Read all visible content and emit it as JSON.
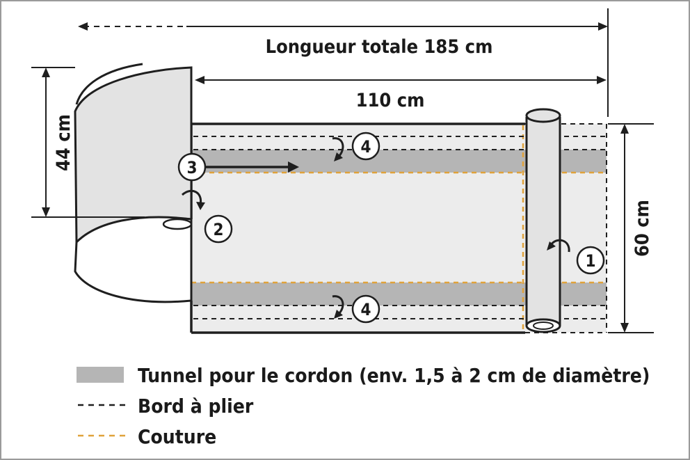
{
  "dimensions": {
    "total_length": "Longueur totale 185 cm",
    "inner_length": "110 cm",
    "height": "44 cm",
    "width": "60 cm"
  },
  "steps": [
    "1",
    "2",
    "3",
    "4",
    "4"
  ],
  "legend": {
    "tunnel": "Tunnel pour le cordon (env. 1,5 à 2 cm de diamètre)",
    "fold_edge": "Bord à plier",
    "seam": "Couture"
  },
  "colors": {
    "fabric": "#ececec",
    "tunnel": "#b5b5b5",
    "outline": "#1f1f1f",
    "seam": "#e0a23a",
    "background": "#ffffff"
  }
}
